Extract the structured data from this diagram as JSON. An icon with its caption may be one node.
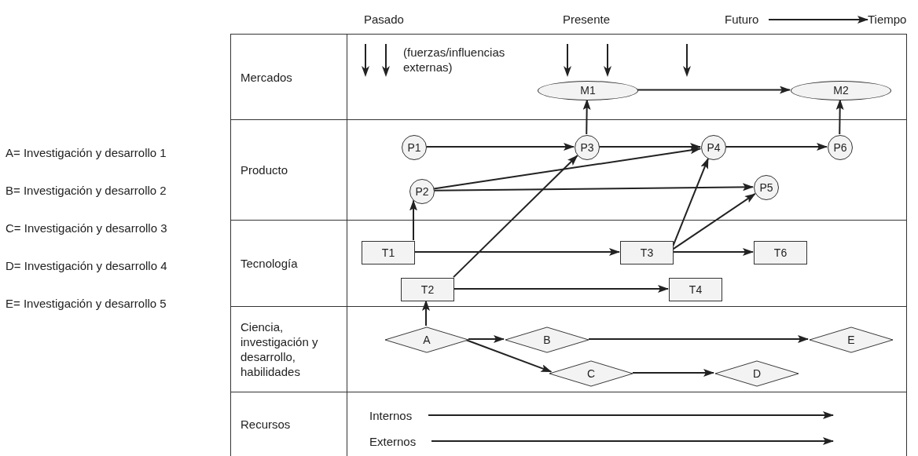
{
  "diagram": {
    "nodes": [
      {
        "text": [
          "Mercados"
        ]
      },
      {
        "text": [
          "Producto"
        ]
      },
      {
        "text": [
          "Tecnología"
        ]
      },
      {
        "text": [
          "Ciencia, investigación y desarrollo, habilidades"
        ]
      },
      {
        "text": [
          "Recursos"
        ]
      },
      {
        "text": [
          "M1"
        ],
        "in": 0
      },
      {
        "text": [
          "M2"
        ],
        "in": 0
      },
      {
        "text": [
          "P1"
        ],
        "in": 1
      },
      {
        "text": [
          "P3"
        ],
        "in": 1
      },
      {
        "text": [
          "P4"
        ],
        "in": 1
      },
      {
        "text": [
          "P6"
        ],
        "in": 1
      },
      {
        "text": [
          "P2"
        ],
        "in": 1
      },
      {
        "text": [
          "P5"
        ],
        "in": 1
      },
      {
        "text": [
          "T1"
        ],
        "in": 2
      },
      {
        "text": [
          "T3"
        ],
        "in": 2
      },
      {
        "text": [
          "T6"
        ],
        "in": 2
      },
      {
        "text": [
          "T2"
        ],
        "in": 2
      },
      {
        "text": [
          "T4"
        ],
        "in": 2
      },
      {
        "text": [
          "A"
        ],
        "in": 3
      },
      {
        "text": [
          "B"
        ],
        "in": 3
      },
      {
        "text": [
          "E"
        ],
        "in": 3
      },
      {
        "text": [
          "C"
        ],
        "in": 3
      },
      {
        "text": [
          "D"
        ],
        "in": 3
      },
      {
        "text": [
          "Internos"
        ],
        "in": 4
      },
      {
        "text": [
          "Externos"
        ],
        "in": 4
      },
      {
        "text": [
          "Futuro"
        ]
      },
      {
        "text": [
          "Tiempo"
        ]
      }
    ],
    "edges": [
      {
        "from": 5,
        "to": 6,
        "arrow": "to"
      },
      {
        "from": 8,
        "to": 5,
        "arrow": "to"
      },
      {
        "from": 10,
        "to": 6,
        "arrow": "to"
      },
      {
        "from": 7,
        "to": 8,
        "arrow": "to"
      },
      {
        "from": 8,
        "to": 9,
        "arrow": "to"
      },
      {
        "from": 9,
        "to": 10,
        "arrow": "to"
      },
      {
        "from": 11,
        "to": 9,
        "arrow": "to"
      },
      {
        "from": 11,
        "to": 12,
        "arrow": "to"
      },
      {
        "from": 13,
        "to": 11,
        "arrow": "to"
      },
      {
        "from": 16,
        "to": 8,
        "arrow": "to"
      },
      {
        "from": 14,
        "to": 9,
        "arrow": "to"
      },
      {
        "from": 14,
        "to": 12,
        "arrow": "to"
      },
      {
        "from": 13,
        "to": 14,
        "arrow": "to"
      },
      {
        "from": 14,
        "to": 15,
        "arrow": "to"
      },
      {
        "from": 16,
        "to": 17,
        "arrow": "to"
      },
      {
        "from": 18,
        "to": 16,
        "arrow": "to"
      },
      {
        "from": 18,
        "to": 19,
        "arrow": "to"
      },
      {
        "from": 19,
        "to": 20,
        "arrow": "to"
      },
      {
        "from": 18,
        "to": 21,
        "arrow": "to"
      },
      {
        "from": 21,
        "to": 22,
        "arrow": "to"
      },
      {
        "from": 23,
        "to": null,
        "arrow": "to"
      },
      {
        "from": 24,
        "to": null,
        "arrow": "to"
      },
      {
        "from": 25,
        "to": 26,
        "arrow": "to"
      }
    ],
    "labels": [
      "Pasado",
      "Presente",
      "(fuerzas/influencias externas)",
      "A= Investigación y desarrollo 1",
      "B= Investigación y desarrollo 2",
      "C= Investigación y desarrollo 3",
      "D= Investigación y desarrollo 4",
      "E= Investigación y desarrollo 5"
    ]
  }
}
